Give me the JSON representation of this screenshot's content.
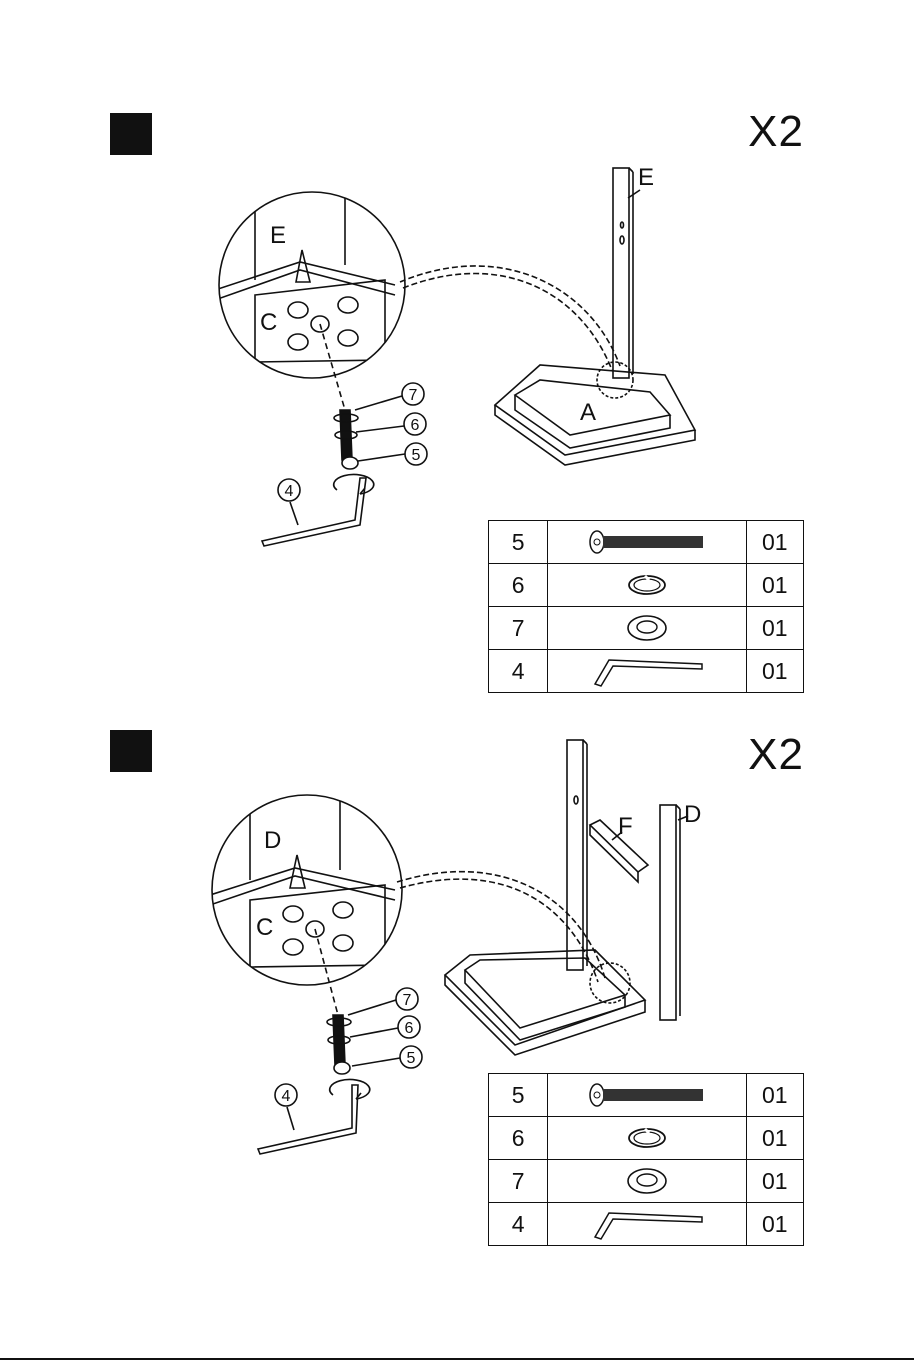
{
  "steps": [
    {
      "quantity": "X2",
      "labels": {
        "detail_post": "E",
        "bracket": "C",
        "frame": "A",
        "post": "E",
        "num7": "7",
        "num6": "6",
        "num5": "5",
        "num4": "4"
      },
      "parts": [
        {
          "num": "5",
          "icon": "bolt-icon",
          "qty": "01"
        },
        {
          "num": "6",
          "icon": "split-washer-icon",
          "qty": "01"
        },
        {
          "num": "7",
          "icon": "flat-washer-icon",
          "qty": "01"
        },
        {
          "num": "4",
          "icon": "allen-key-icon",
          "qty": "01"
        }
      ]
    },
    {
      "quantity": "X2",
      "labels": {
        "detail_post": "D",
        "bracket": "C",
        "rail": "F",
        "post": "D",
        "num7": "7",
        "num6": "6",
        "num5": "5",
        "num4": "4"
      },
      "parts": [
        {
          "num": "5",
          "icon": "bolt-icon",
          "qty": "01"
        },
        {
          "num": "6",
          "icon": "split-washer-icon",
          "qty": "01"
        },
        {
          "num": "7",
          "icon": "flat-washer-icon",
          "qty": "01"
        },
        {
          "num": "4",
          "icon": "allen-key-icon",
          "qty": "01"
        }
      ]
    }
  ],
  "colors": {
    "ink": "#111111",
    "paper": "#ffffff"
  }
}
